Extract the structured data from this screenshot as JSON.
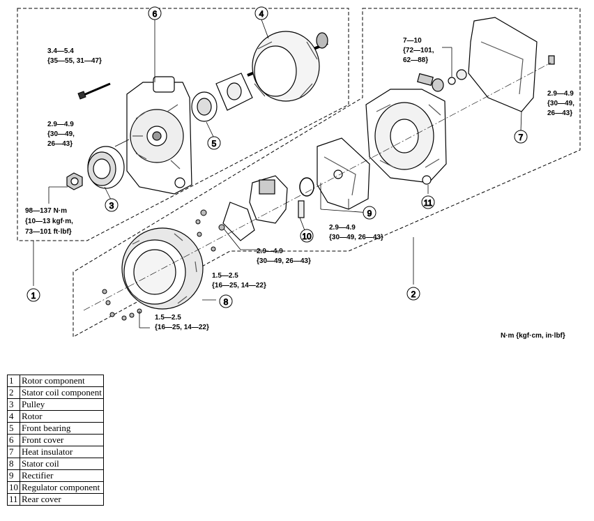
{
  "torque_labels": {
    "t_rotor_bolt": [
      "3.4—5.4",
      "{35—55, 31—47}"
    ],
    "t_front_screw": [
      "2.9—4.9",
      "{30—49,",
      "26—43}"
    ],
    "t_pulley_nut": [
      "98—137 N·m",
      "{10—13 kgf·m,",
      "73—101 ft·lbf}"
    ],
    "t_terminal": [
      "7—10",
      "{72—101,",
      "62—88}"
    ],
    "t_cover_screw": [
      "2.9—4.9",
      "{30—49,",
      "26—43}"
    ],
    "t_rectifier": [
      "2.9—4.9",
      "{30—49, 26—43}"
    ],
    "t_regulator": [
      "2.9—4.9",
      "{30—49, 26—43}"
    ],
    "t_stator_a": [
      "1.5—2.5",
      "{16—25, 14—22}"
    ],
    "t_stator_b": [
      "1.5—2.5",
      "{16—25, 14—22}"
    ]
  },
  "units_note": "N·m {kgf·cm, in·lbf}",
  "callouts": [
    "1",
    "2",
    "3",
    "4",
    "5",
    "6",
    "7",
    "8",
    "9",
    "10",
    "11"
  ],
  "legend": [
    {
      "num": "1",
      "name": "Rotor component"
    },
    {
      "num": "2",
      "name": "Stator coil component"
    },
    {
      "num": "3",
      "name": "Pulley"
    },
    {
      "num": "4",
      "name": "Rotor"
    },
    {
      "num": "5",
      "name": "Front bearing"
    },
    {
      "num": "6",
      "name": "Front cover"
    },
    {
      "num": "7",
      "name": "Heat insulator"
    },
    {
      "num": "8",
      "name": "Stator coil"
    },
    {
      "num": "9",
      "name": "Rectifier"
    },
    {
      "num": "10",
      "name": "Regulator component"
    },
    {
      "num": "11",
      "name": "Rear cover"
    }
  ]
}
